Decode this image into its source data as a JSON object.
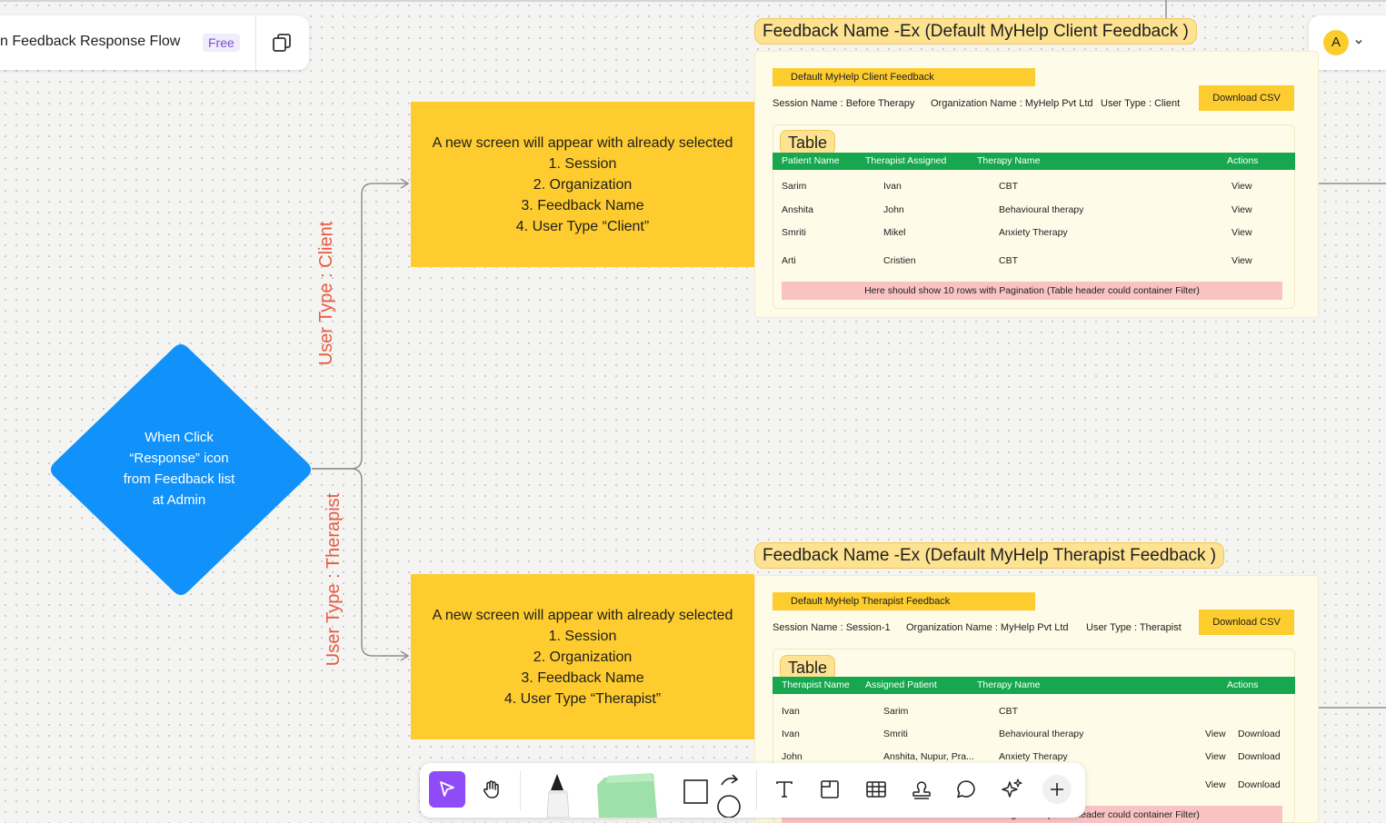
{
  "board": {
    "title": "n Feedback Response Flow",
    "plan_badge": "Free",
    "user_initial": "A"
  },
  "flow": {
    "decision": [
      "When Click",
      "“Response” icon",
      "from Feedback list",
      "at Admin"
    ],
    "branch_client": "User Type : Client",
    "branch_therapist": "User Type : Therapist",
    "client_box": [
      "A new screen will appear with already selected",
      "1. Session",
      "2. Organization",
      "3. Feedback Name",
      "4. User Type “Client”"
    ],
    "therapist_box": [
      "A new screen will appear with already selected",
      "1. Session",
      "2. Organization",
      "3. Feedback Name",
      "4. User Type “Therapist”"
    ]
  },
  "client_card": {
    "heading": "Feedback Name -Ex (Default MyHelp Client Feedback )",
    "tag": "Default MyHelp Client Feedback",
    "session": "Session Name : Before Therapy",
    "organization": "Organization Name : MyHelp Pvt Ltd",
    "user_type": "User Type : Client",
    "download": "Download CSV",
    "table_label": "Table",
    "columns": [
      "Patient Name",
      "Therapist Assigned",
      "Therapy Name",
      "Actions"
    ],
    "rows": [
      [
        "Sarim",
        "Ivan",
        "CBT",
        "View"
      ],
      [
        "Anshita",
        "John",
        "Behavioural therapy",
        "View"
      ],
      [
        "Smriti",
        "Mikel",
        "Anxiety Therapy",
        "View"
      ],
      [
        "Arti",
        "Cristien",
        "CBT",
        "View"
      ]
    ],
    "note": "Here should show 10 rows with Pagination (Table header could container Filter)"
  },
  "therapist_card": {
    "heading": "Feedback Name -Ex (Default MyHelp Therapist Feedback )",
    "tag": "Default MyHelp Therapist Feedback",
    "session": "Session Name : Session-1",
    "organization": "Organization Name : MyHelp Pvt Ltd",
    "user_type": "User Type : Therapist",
    "download": "Download CSV",
    "table_label": "Table",
    "columns": [
      "Therapist Name",
      "Assigned Patient",
      "Therapy Name",
      "Actions"
    ],
    "rows": [
      [
        "Ivan",
        "Sarim",
        "CBT",
        "",
        ""
      ],
      [
        "Ivan",
        "Smriti",
        "Behavioural therapy",
        "View",
        "Download"
      ],
      [
        "John",
        "Anshita, Nupur, Pra...",
        "Anxiety Therapy",
        "View",
        "Download"
      ],
      [
        "",
        "",
        "",
        "View",
        "Download"
      ]
    ],
    "note": "Here should show 10 rows with Pagination (Table header could container Filter)"
  },
  "toolbar": {
    "tools": [
      "select-icon",
      "hand-icon",
      "pen-icon",
      "sticky-note-icon",
      "shapes-icon",
      "text-icon",
      "frame-icon",
      "table-icon",
      "stamp-icon",
      "comment-icon",
      "ai-sparkle-icon",
      "more-icon"
    ],
    "active_color": "#8f4bf7"
  },
  "colors": {
    "diamond": "#1192fb",
    "process": "#fecc2f",
    "branch_label": "#e85a3f",
    "table_header": "#17a84f",
    "note": "#f9c3c3"
  }
}
